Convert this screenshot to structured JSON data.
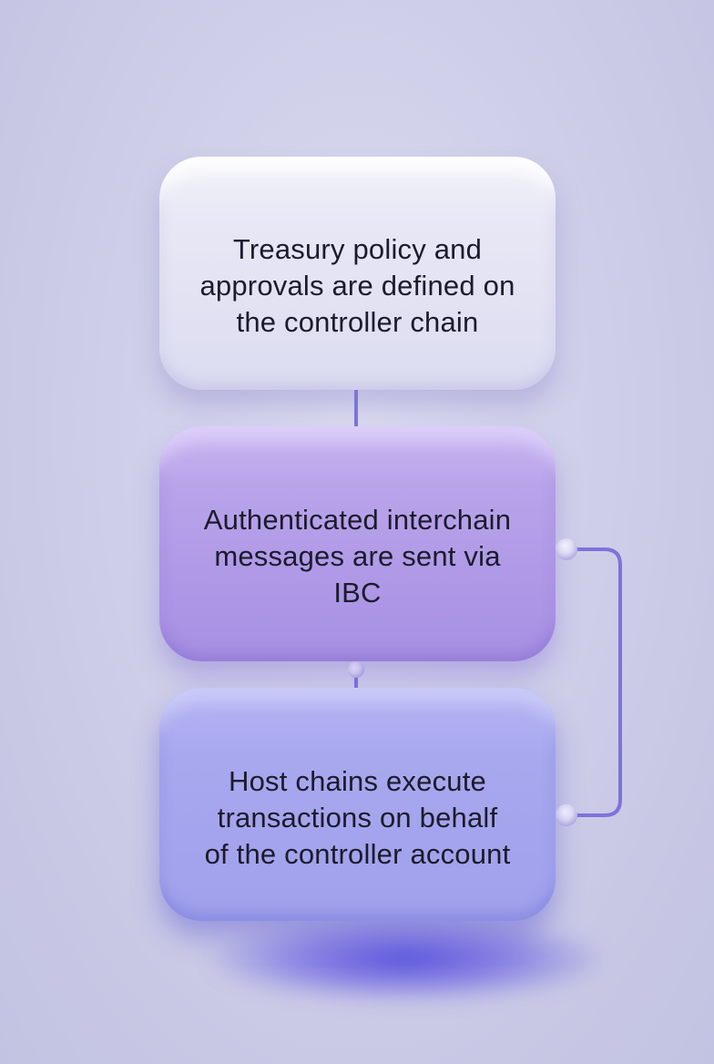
{
  "diagram": {
    "steps": [
      {
        "lines": [
          "Treasury policy and",
          "approvals are defined on",
          "the controller chain"
        ]
      },
      {
        "lines": [
          "Authenticated interchain",
          "messages are sent via",
          "IBC"
        ]
      },
      {
        "lines": [
          "Host chains execute",
          "transactions on behalf",
          "of the controller account"
        ]
      }
    ],
    "colors": {
      "background": "#cfcfe9",
      "step_1": "#e7e7f5",
      "step_2": "#ae97e6",
      "step_3": "#a8a8ef",
      "connector": "#7d74da",
      "text": "#1b1b2c"
    }
  }
}
